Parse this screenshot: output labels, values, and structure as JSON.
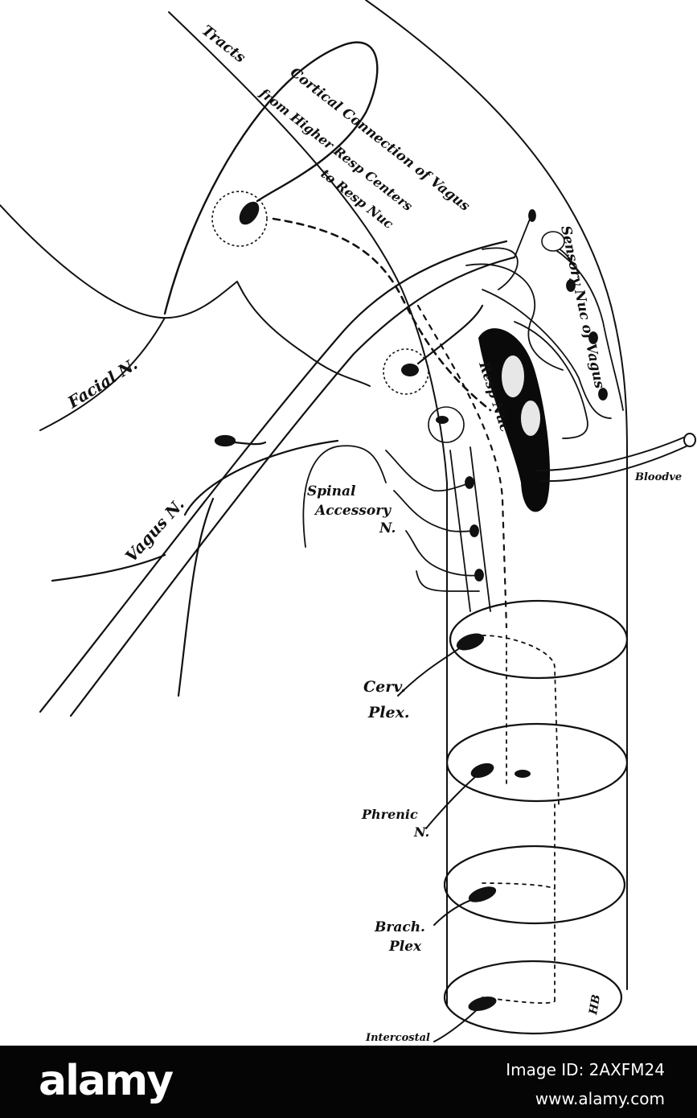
{
  "labels": {
    "tracts": "Tracts",
    "cortical_connection": "Cortical Connection of Vagus",
    "from_higher": "from Higher Resp Centers",
    "to_resp_nuc": "to Resp Nuc",
    "sensory_nuc": "Sensory Nuc of Vagus",
    "resp_nuc": "Resp Nuc",
    "facial_n": "Facial N.",
    "vagus_n": "Vagus N.",
    "spinal": "Spinal",
    "accessory": "Accessory",
    "n": "N.",
    "bloodves": "Bloodve",
    "cerv": "Cerv.",
    "plex": "Plex.",
    "phrenic": "Phrenic",
    "phrenic_n": "N.",
    "brach": "Brach.",
    "brach_plex": "Plex",
    "intercostal": "Intercostal",
    "monogram": "HB"
  },
  "footer": {
    "brand": "alamy",
    "image_id": "Image ID: 2AXFM24",
    "url": "www.alamy.com"
  },
  "colors": {
    "ink": "#111111",
    "footer_bg": "#050505",
    "footer_text": "#ffffff"
  }
}
